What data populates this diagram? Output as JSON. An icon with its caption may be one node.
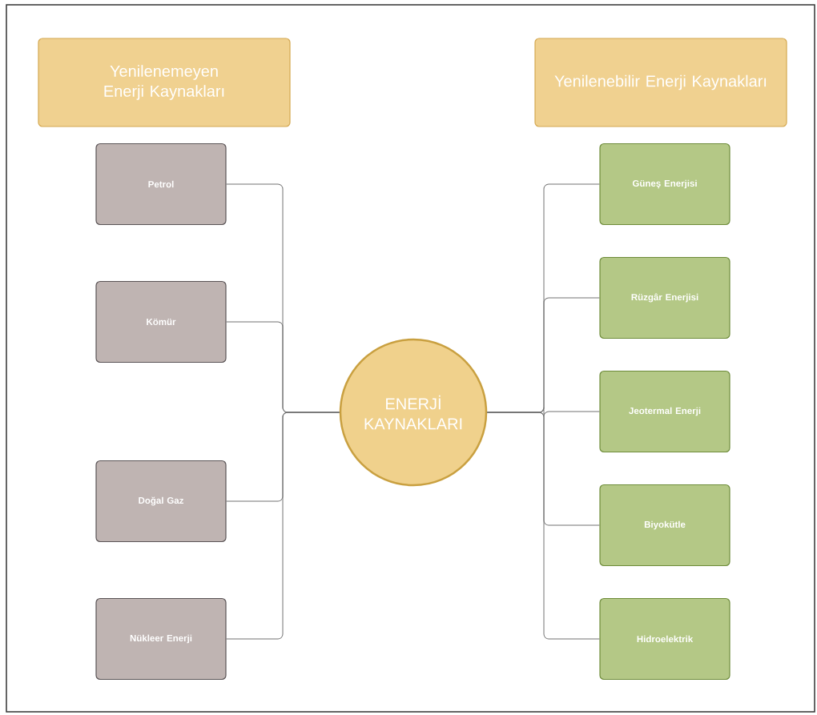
{
  "diagram": {
    "nodes": [
      {
        "text": [
          "Yenilenemeyen Enerji Kaynakları"
        ]
      },
      {
        "text": [
          "Yenilenebilir Enerji Kaynakları"
        ]
      },
      {
        "text": [
          "ENERJİ KAYNAKLARI"
        ]
      },
      {
        "text": [
          "Petrol"
        ]
      },
      {
        "text": [
          "Kömür"
        ]
      },
      {
        "text": [
          "Doğal Gaz"
        ]
      },
      {
        "text": [
          "Nükleer Enerji"
        ]
      },
      {
        "text": [
          "Güneş Enerjisi"
        ]
      },
      {
        "text": [
          "Rüzgâr Enerjisi"
        ]
      },
      {
        "text": [
          "Jeotermal Enerji"
        ]
      },
      {
        "text": [
          "Biyokütle"
        ]
      },
      {
        "text": [
          "Hidroelektrik"
        ]
      }
    ],
    "edges": [
      {
        "from": 2,
        "to": 3,
        "arrow": "none"
      },
      {
        "from": 2,
        "to": 4,
        "arrow": "none"
      },
      {
        "from": 2,
        "to": 5,
        "arrow": "none"
      },
      {
        "from": 2,
        "to": 6,
        "arrow": "none"
      },
      {
        "from": 2,
        "to": 7,
        "arrow": "none"
      },
      {
        "from": 2,
        "to": 8,
        "arrow": "none"
      },
      {
        "from": 2,
        "to": 9,
        "arrow": "none"
      },
      {
        "from": 2,
        "to": 10,
        "arrow": "none"
      },
      {
        "from": 2,
        "to": 11,
        "arrow": "none"
      }
    ]
  }
}
